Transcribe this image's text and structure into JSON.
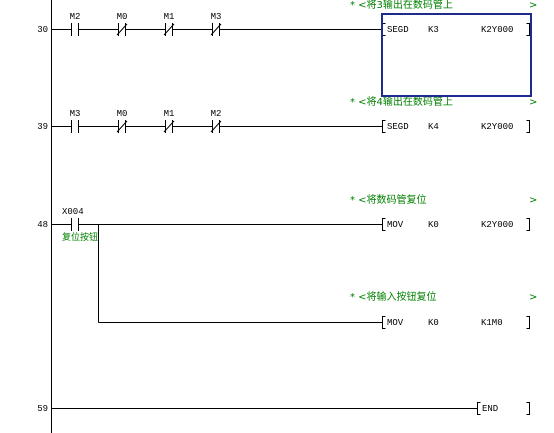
{
  "colors": {
    "background": "#ffffff",
    "line": "#000000",
    "text": "#000000",
    "comment": "#008000",
    "cursor": "#1e2b8c"
  },
  "rungs": [
    {
      "step": "30",
      "contacts": [
        {
          "device": "M2",
          "icon": "normally-open-contact-icon"
        },
        {
          "device": "M0",
          "icon": "normally-closed-contact-icon"
        },
        {
          "device": "M1",
          "icon": "normally-closed-contact-icon"
        },
        {
          "device": "M3",
          "icon": "normally-closed-contact-icon"
        }
      ],
      "outputs": [
        {
          "comment": "* <将3输出在数码管上",
          "comment_end": ">",
          "opcode": "SEGD",
          "operands": [
            "K3",
            "K2Y000"
          ]
        }
      ]
    },
    {
      "step": "39",
      "contacts": [
        {
          "device": "M3",
          "icon": "normally-open-contact-icon"
        },
        {
          "device": "M0",
          "icon": "normally-closed-contact-icon"
        },
        {
          "device": "M1",
          "icon": "normally-closed-contact-icon"
        },
        {
          "device": "M2",
          "icon": "normally-closed-contact-icon"
        }
      ],
      "outputs": [
        {
          "comment": "* <将4输出在数码管上",
          "comment_end": ">",
          "opcode": "SEGD",
          "operands": [
            "K4",
            "K2Y000"
          ]
        }
      ]
    },
    {
      "step": "48",
      "contacts": [
        {
          "device": "X004",
          "device_comment": "复位按钮",
          "icon": "normally-open-contact-icon"
        }
      ],
      "outputs": [
        {
          "comment": "* <将数码管复位",
          "comment_end": ">",
          "opcode": "MOV",
          "operands": [
            "K0",
            "K2Y000"
          ]
        },
        {
          "comment": "* <将输入按钮复位",
          "comment_end": ">",
          "opcode": "MOV",
          "operands": [
            "K0",
            "K1M0"
          ]
        }
      ]
    },
    {
      "step": "59",
      "contacts": [],
      "outputs": [
        {
          "opcode": "END",
          "operands": []
        }
      ]
    }
  ]
}
